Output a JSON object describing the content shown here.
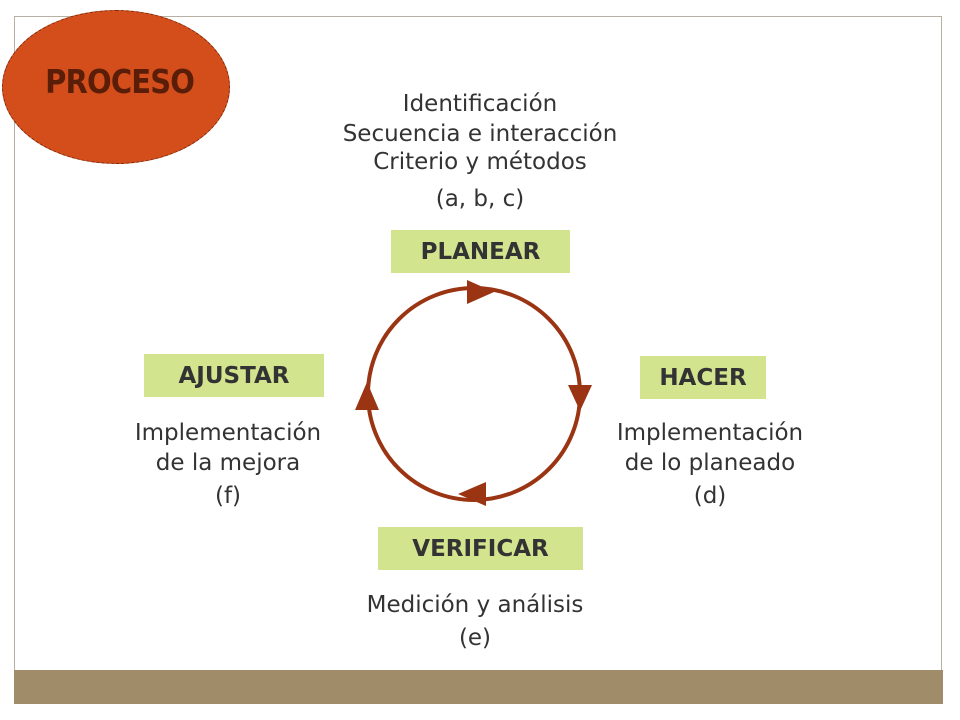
{
  "title": "PROCESO",
  "phases": {
    "planear": {
      "label": "PLANEAR",
      "lines": [
        "Identificación",
        "Secuencia e interacción",
        "Criterio y métodos",
        "(a, b, c)"
      ]
    },
    "hacer": {
      "label": "HACER",
      "lines": [
        "Implementación",
        "de lo planeado",
        "(d)"
      ]
    },
    "verificar": {
      "label": "VERIFICAR",
      "lines": [
        "Medición y análisis",
        "(e)"
      ]
    },
    "ajustar": {
      "label": "AJUSTAR",
      "lines": [
        "Implementación",
        "de la mejora",
        "(f)"
      ]
    }
  },
  "colors": {
    "badge": "#d44e1c",
    "badge_text": "#5a1e08",
    "box": "#d2e48e",
    "cycle": "#9a3412",
    "footer": "#a08c68"
  }
}
